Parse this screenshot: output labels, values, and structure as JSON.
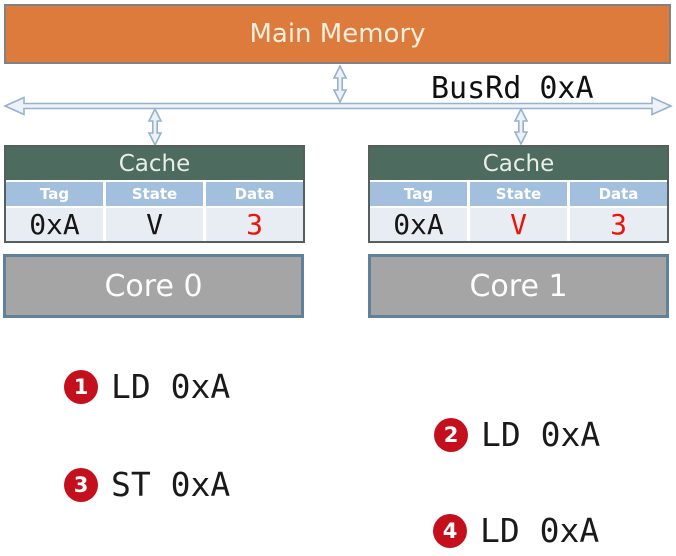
{
  "memory": {
    "label": "Main Memory"
  },
  "bus": {
    "transaction_label": "BusRd 0xA"
  },
  "caches": [
    {
      "title": "Cache",
      "columns": [
        "Tag",
        "State",
        "Data"
      ],
      "row": {
        "tag": "0xA",
        "state": "V",
        "data": "3"
      },
      "tag_color": "#161616",
      "state_color": "#161616",
      "data_color": "#ee1309"
    },
    {
      "title": "Cache",
      "columns": [
        "Tag",
        "State",
        "Data"
      ],
      "row": {
        "tag": "0xA",
        "state": "V",
        "data": "3"
      },
      "tag_color": "#161616",
      "state_color": "#ee1309",
      "data_color": "#ee1309"
    }
  ],
  "cores": [
    {
      "label": "Core 0"
    },
    {
      "label": "Core 1"
    }
  ],
  "steps": [
    {
      "num": "1",
      "op": "LD 0xA",
      "align": "left"
    },
    {
      "num": "2",
      "op": "LD 0xA",
      "align": "right"
    },
    {
      "num": "3",
      "op": "ST 0xA",
      "align": "left"
    },
    {
      "num": "4",
      "op": "LD 0xA",
      "align": "right"
    }
  ],
  "colors": {
    "memory_fill": "#dc7b3b",
    "cache_header_fill": "#4d6b5e",
    "table_header_fill": "#a2c0dd",
    "table_row_fill": "#e8edf3",
    "core_fill": "#a5a5a5",
    "arrow_stroke": "#96b2ce",
    "highlight_red": "#ee1309",
    "badge_red": "#c40f1d"
  }
}
